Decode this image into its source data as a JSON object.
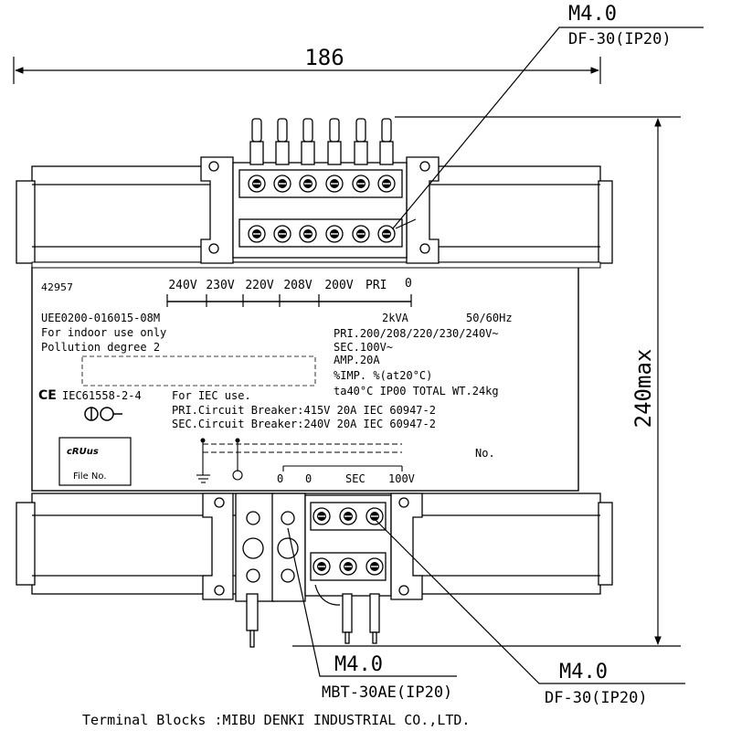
{
  "dimensions": {
    "width_label": "186",
    "height_label": "240max"
  },
  "callouts": {
    "top_right": {
      "screw": "M4.0",
      "terminal": "DF-30(IP20)"
    },
    "bottom_mid": {
      "screw": "M4.0",
      "terminal": "MBT-30AE(IP20)"
    },
    "bottom_right": {
      "screw": "M4.0",
      "terminal": "DF-30(IP20)"
    }
  },
  "nameplate": {
    "model_number": "42957",
    "primary_taps": [
      "240V",
      "230V",
      "220V",
      "208V",
      "200V"
    ],
    "pri_label": "PRI",
    "zero_label": "0",
    "part_code": "UEE0200-016015-08M",
    "indoor": "For indoor use  only",
    "pollution": "Pollution degree 2",
    "rating": "2kVA",
    "frequency": "50/60Hz",
    "pri_voltage": "PRI.200/208/220/230/240V~",
    "sec_voltage": "SEC.100V~",
    "amp": "AMP.20A",
    "imp": "%IMP.   %(at20°C)",
    "ta": "ta40°C  IP00  TOTAL  WT.24kg",
    "ce_mark": "CE",
    "iec_standard": "IEC61558-2-4",
    "for_iec": "For IEC use.",
    "pri_breaker": "PRI.Circuit Breaker:415V  20A  IEC 60947-2",
    "sec_breaker": "SEC.Circuit Breaker:240V  20A  IEC 60947-2",
    "ul_mark": "cRUus",
    "file_no": "File No.",
    "no_label": "No.",
    "sec_zero_1": "0",
    "sec_zero_2": "0",
    "sec_label": "SEC",
    "sec_100": "100V"
  },
  "footer": "Terminal Blocks :MIBU DENKI  INDUSTRIAL CO.,LTD."
}
